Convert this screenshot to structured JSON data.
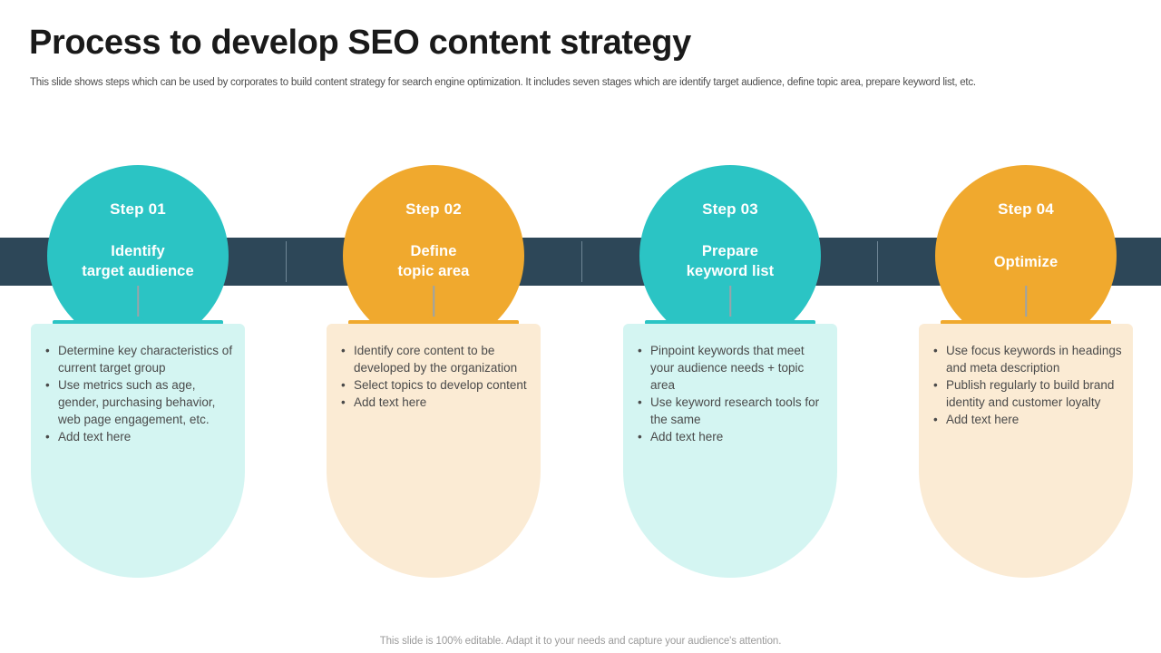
{
  "header": {
    "title": "Process to develop SEO content strategy",
    "subtitle": "This slide shows steps which can be used by corporates to build content strategy for search engine optimization. It includes seven stages which are identify target audience, define topic area, prepare keyword list, etc."
  },
  "footer": {
    "note": "This slide is 100% editable. Adapt it to your needs and capture your audience's attention."
  },
  "colors": {
    "teal": "#2bc4c4",
    "orange": "#f0a92e",
    "navy": "#2d4758",
    "teal_tint": "#d4f5f2",
    "orange_tint": "#fbebd4",
    "connector": "#9aa3a9",
    "title": "#1a1a1a",
    "body_text": "#4a4a4a"
  },
  "steps": [
    {
      "badge": "Step 01",
      "name_line1": "Identify",
      "name_line2": "target audience",
      "accent": "#2bc4c4",
      "card_bg": "#d4f5f2",
      "bullets": [
        "Determine key characteristics  of current target group",
        "Use metrics such as age, gender, purchasing behavior,  web page engagement,  etc.",
        "Add text here"
      ]
    },
    {
      "badge": "Step 02",
      "name_line1": "Define",
      "name_line2": "topic area",
      "accent": "#f0a92e",
      "card_bg": "#fbebd4",
      "bullets": [
        "Identify  core content to be developed  by the organization",
        "Select topics to develop content",
        "Add text here"
      ]
    },
    {
      "badge": "Step 03",
      "name_line1": "Prepare",
      "name_line2": "keyword list",
      "accent": "#2bc4c4",
      "card_bg": "#d4f5f2",
      "bullets": [
        "Pinpoint keywords that meet your audience needs + topic area",
        "Use keyword research tools for the same",
        "Add text here"
      ]
    },
    {
      "badge": "Step 04",
      "name_line1": "Optimize",
      "name_line2": "",
      "accent": "#f0a92e",
      "card_bg": "#fbebd4",
      "bullets": [
        "Use focus keywords in headings and meta description",
        "Publish regularly  to build brand identity and customer  loyalty",
        "Add text here"
      ]
    }
  ]
}
